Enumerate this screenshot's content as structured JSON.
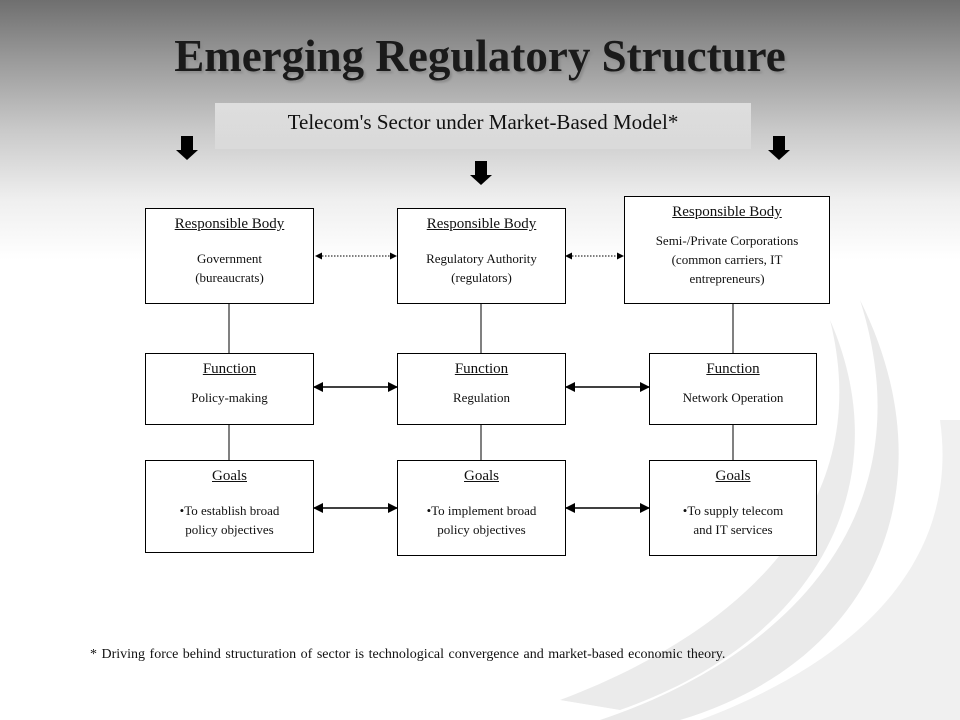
{
  "title": "Emerging Regulatory Structure",
  "subtitle": "Telecom's Sector under Market-Based Model*",
  "columns": [
    {
      "responsible_body": {
        "heading": "Responsible Body",
        "line1": "Government",
        "line2": "(bureaucrats)",
        "line3": ""
      },
      "function": {
        "heading": "Function",
        "text": "Policy-making"
      },
      "goals": {
        "heading": "Goals",
        "line1": "•To establish broad",
        "line2": "policy objectives"
      }
    },
    {
      "responsible_body": {
        "heading": "Responsible Body",
        "line1": "Regulatory Authority",
        "line2": "(regulators)",
        "line3": ""
      },
      "function": {
        "heading": "Function",
        "text": "Regulation"
      },
      "goals": {
        "heading": "Goals",
        "line1": "•To implement broad",
        "line2": "policy objectives"
      }
    },
    {
      "responsible_body": {
        "heading": "Responsible Body",
        "line1": "Semi-/Private Corporations",
        "line2": "(common carriers, IT",
        "line3": "entrepreneurs)"
      },
      "function": {
        "heading": "Function",
        "text": "Network Operation"
      },
      "goals": {
        "heading": "Goals",
        "line1": "•To supply telecom",
        "line2": "and IT services"
      }
    }
  ],
  "footnote": "* Driving force behind structuration of sector is technological convergence and market-based economic theory.",
  "colors": {
    "box_border": "#000000",
    "arrow": "#000000",
    "text": "#111111"
  }
}
